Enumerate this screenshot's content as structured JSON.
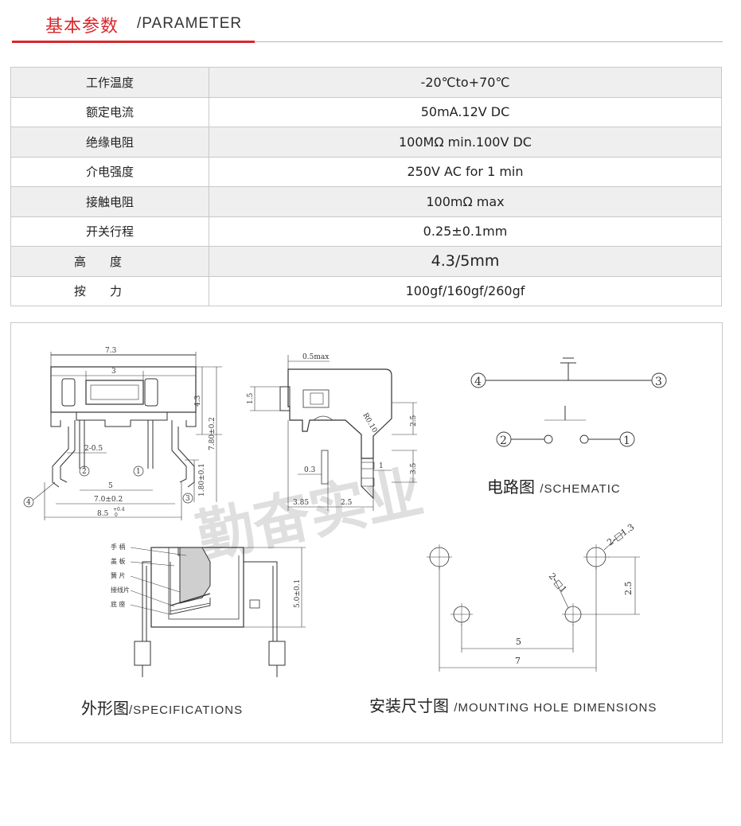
{
  "header": {
    "title_cn": "基本参数",
    "title_en": "/PARAMETER"
  },
  "params": [
    {
      "label": "工作温度",
      "value": "-20℃to+70℃"
    },
    {
      "label": "额定电流",
      "value": "50mA.12V DC"
    },
    {
      "label": "绝缘电阻",
      "value": "100MΩ min.100V DC"
    },
    {
      "label": "介电强度",
      "value": "250V AC for 1 min"
    },
    {
      "label": "接触电阻",
      "value": "100mΩ max"
    },
    {
      "label": "开关行程",
      "value": "0.25±0.1mm"
    },
    {
      "label": "高度",
      "value": "4.3/5mm"
    },
    {
      "label": "按力",
      "value": "100gf/160gf/260gf"
    }
  ],
  "captions": {
    "schematic_cn": "电路图",
    "schematic_en": "/SCHEMATIC",
    "spec_cn": "外形图",
    "spec_en": "/SPECIFICATIONS",
    "mount_cn": "安装尺寸图",
    "mount_en": "/MOUNTING HOLE DIMENSIONS"
  },
  "watermark": "勤奋实业",
  "drawing_labels": {
    "top_width": "7.3",
    "button_width": "3",
    "height_4_3": "4.3",
    "height_7_80": "7.80±0.2",
    "pin_pitch": "2-0.5",
    "pin_5": "5",
    "width_7_0": "7.0±0.2",
    "width_8_5": "8.5",
    "width_8_5_tol_hi": "+0.4",
    "width_8_5_tol_lo": "0",
    "height_1_80": "1.80±0.1",
    "side_0_5max": "0.5max",
    "side_1_5": "1.5",
    "side_2_5": "2.5",
    "side_r0_10": "R0.10",
    "side_0_3": "0.3",
    "side_1": "1",
    "side_3_5": "3.5",
    "side_3_85": "3.85",
    "side_2_5b": "2.5",
    "pin1": "1",
    "pin2": "2",
    "pin3": "3",
    "pin4": "4",
    "part_handle": "手 柄",
    "part_cover": "盖 板",
    "part_spring": "簧 片",
    "part_terminal": "接线片",
    "part_base": "底 座",
    "height_5_0": "5.0±0.1",
    "mount_2_sq_1_3": "2-□1.3",
    "mount_2_sq_1": "2-□1",
    "mount_2_5": "2.5",
    "mount_5": "5",
    "mount_7": "7"
  }
}
